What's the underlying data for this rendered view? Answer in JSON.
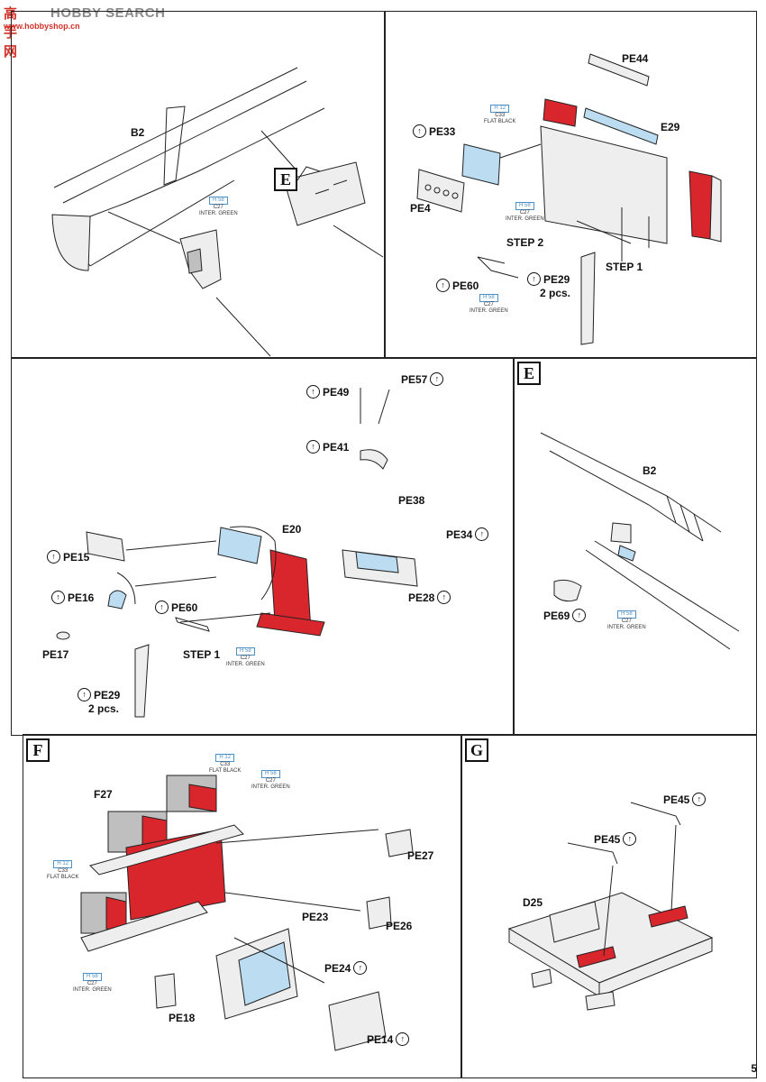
{
  "watermark": {
    "logo": "高手网",
    "text": "HOBBY SEARCH",
    "url": "www.hobbyshop.cn"
  },
  "page_number": "5",
  "panels": {
    "A": {
      "labels": {
        "b2": "B2"
      },
      "callout_letter": "E",
      "color_code": {
        "h": "H 58",
        "c": "C27",
        "name": "INTER. GREEN"
      }
    },
    "B": {
      "labels": {
        "pe44": "PE44",
        "e29": "E29",
        "pe33": "PE33",
        "pe4": "PE4",
        "step2": "STEP 2",
        "step1": "STEP 1",
        "pe29": "PE29",
        "pe29_qty": "2 pcs.",
        "pe60": "PE60"
      },
      "color_code_top": {
        "h": "H 12",
        "c": "C33",
        "name": "FLAT BLACK"
      },
      "color_code_mid": {
        "h": "H 58",
        "c": "C27",
        "name": "INTER. GREEN"
      },
      "color_code_bottom": {
        "h": "H 58",
        "c": "C27",
        "name": "INTER. GREEN"
      }
    },
    "C": {
      "labels": {
        "pe49": "PE49",
        "pe57": "PE57",
        "pe41": "PE41",
        "pe38": "PE38",
        "e20": "E20",
        "pe34": "PE34",
        "pe15": "PE15",
        "pe16": "PE16",
        "pe28": "PE28",
        "pe60": "PE60",
        "pe17": "PE17",
        "step1": "STEP 1",
        "pe29": "PE29",
        "pe29_qty": "2 pcs."
      },
      "color_code": {
        "h": "H 58",
        "c": "C27",
        "name": "INTER. GREEN"
      }
    },
    "E": {
      "letter": "E",
      "labels": {
        "b2": "B2",
        "pe69": "PE69"
      },
      "color_code": {
        "h": "H 58",
        "c": "C27",
        "name": "INTER. GREEN"
      }
    },
    "F": {
      "letter": "F",
      "labels": {
        "f27": "F27",
        "pe27": "PE27",
        "pe23": "PE23",
        "pe26": "PE26",
        "pe24": "PE24",
        "pe18": "PE18",
        "pe14": "PE14"
      },
      "color_code_top": {
        "h": "H 12",
        "c": "C33",
        "name": "FLAT BLACK"
      },
      "color_code_top2": {
        "h": "H 58",
        "c": "C27",
        "name": "INTER. GREEN"
      },
      "color_code_left": {
        "h": "H 12",
        "c": "C33",
        "name": "FLAT BLACK"
      },
      "color_code_bottom": {
        "h": "H 58",
        "c": "C27",
        "name": "INTER. GREEN"
      }
    },
    "G": {
      "letter": "G",
      "labels": {
        "pe45a": "PE45",
        "pe45b": "PE45",
        "d25": "D25"
      }
    }
  },
  "colors": {
    "red": "#d8262c",
    "blue": "#bcdcf1",
    "grey": "#bfbfbf"
  }
}
